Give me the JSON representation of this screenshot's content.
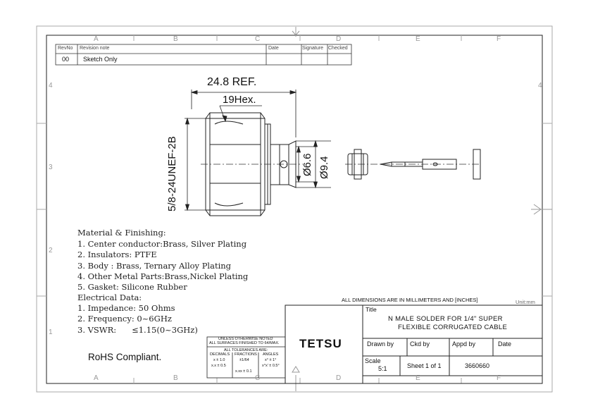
{
  "zones": {
    "columns": [
      "A",
      "B",
      "C",
      "D",
      "E",
      "F"
    ],
    "rows": [
      "4",
      "3",
      "2",
      "1"
    ]
  },
  "revision_table": {
    "headers": [
      "RevNo",
      "Revision note",
      "Date",
      "Signature",
      "Checked"
    ],
    "row": {
      "rev": "00",
      "note": "Sketch Only"
    }
  },
  "dimensions": {
    "length": "24.8 REF.",
    "hex": "19Hex.",
    "thread": "5/8-24UNEF-2B",
    "dia_inner": "Ø6.6",
    "dia_outer": "Ø9.4"
  },
  "notes": {
    "material_heading": "Material & Finishing:",
    "materials": [
      "1. Center conductor:Brass, Silver Plating",
      "2. Insulators: PTFE",
      "3. Body : Brass, Ternary Alloy Plating",
      "4. Other Metal Parts:Brass,Nickel Plating",
      "5. Gasket: Silicone Rubber"
    ],
    "electrical_heading": "Electrical Data:",
    "electrical": [
      "1. Impedance: 50 Ohms",
      "2. Frequency: 0~6GHz",
      "3. VSWR:      ≤1.15(0~3GHz)"
    ],
    "rohs": "RoHS Compliant."
  },
  "title_block": {
    "units_note": "ALL DIMENSIONS ARE IN MILLIMETERS AND [INCHES]",
    "unit": "Unit:mm",
    "title_label": "Title",
    "title_line1": "N MALE SOLDER FOR 1/4\" SUPER",
    "title_line2": "FLEXIBLE CORRUGATED CABLE",
    "company": "TETSU",
    "drawn_by": "Drawn by",
    "ckd_by": "Ckd by",
    "appd_by": "Appd by",
    "date": "Date",
    "scale_label": "Scale",
    "scale_value": "5:1",
    "sheet": "Sheet 1 of 1",
    "part_no": "3660660"
  },
  "tolerance_block": {
    "line1": "UNLESS OTHERWISE NOTED",
    "line2": "ALL SURFACES FINISHED TO 64/MAX.",
    "line3": "ALL TOLERANCES ARE:",
    "col1_head": "DECIMALS",
    "col2_head": "FRACTIONS",
    "col3_head": "ANGLES",
    "d1": "x ± 1.0",
    "d2": "x.x ± 0.5",
    "d3": "x.xx ± 0.1",
    "f1": "±1/64",
    "a1": "x° ± 1°",
    "a2": "x°x' ± 0.5°"
  }
}
